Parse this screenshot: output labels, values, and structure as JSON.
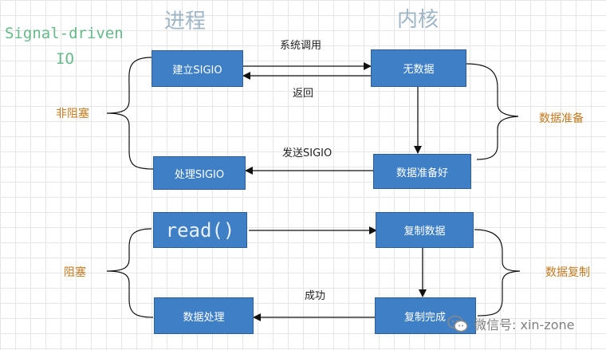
{
  "title": {
    "line1": "Signal-driven",
    "line2": "IO"
  },
  "headers": {
    "process": "进程",
    "kernel": "内核"
  },
  "boxes": {
    "establish_sigio": "建立SIGIO",
    "no_data": "无数据",
    "handle_sigio": "处理SIGIO",
    "data_ready": "数据准备好",
    "read_call": "read()",
    "copy_data": "复制数据",
    "process_data": "数据处理",
    "copy_done": "复制完成"
  },
  "arrows": {
    "syscall": "系统调用",
    "return": "返回",
    "send_sigio": "发送SIGIO",
    "success": "成功"
  },
  "brackets": {
    "non_blocking": "非阻塞",
    "data_prepare": "数据准备",
    "blocking": "阻塞",
    "data_copy": "数据复制"
  },
  "watermark": {
    "text": "微信号: xin-zone"
  },
  "colors": {
    "box": "#3f7fc6",
    "header": "#9fb6c6",
    "title": "#66b98a",
    "side_label": "#c47a1e"
  }
}
